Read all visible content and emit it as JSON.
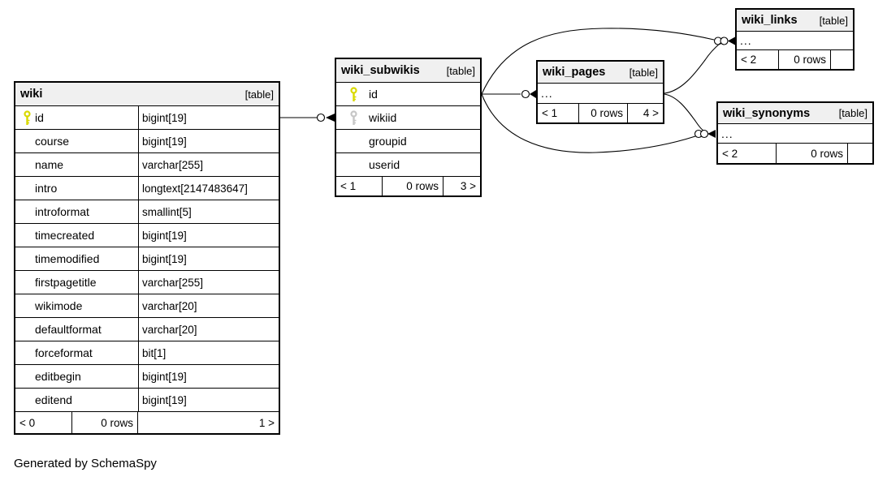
{
  "footer_note": "Generated by SchemaSpy",
  "colors": {
    "header_bg": "#f0f0f0",
    "border": "#000000",
    "primary_key": "#d9d900",
    "foreign_key": "#c6c6c6"
  },
  "tables": {
    "wiki": {
      "name": "wiki",
      "tag": "[table]",
      "columns": [
        {
          "name": "id",
          "type": "bigint[19]",
          "key": "primary"
        },
        {
          "name": "course",
          "type": "bigint[19]",
          "key": ""
        },
        {
          "name": "name",
          "type": "varchar[255]",
          "key": ""
        },
        {
          "name": "intro",
          "type": "longtext[2147483647]",
          "key": ""
        },
        {
          "name": "introformat",
          "type": "smallint[5]",
          "key": ""
        },
        {
          "name": "timecreated",
          "type": "bigint[19]",
          "key": ""
        },
        {
          "name": "timemodified",
          "type": "bigint[19]",
          "key": ""
        },
        {
          "name": "firstpagetitle",
          "type": "varchar[255]",
          "key": ""
        },
        {
          "name": "wikimode",
          "type": "varchar[20]",
          "key": ""
        },
        {
          "name": "defaultformat",
          "type": "varchar[20]",
          "key": ""
        },
        {
          "name": "forceformat",
          "type": "bit[1]",
          "key": ""
        },
        {
          "name": "editbegin",
          "type": "bigint[19]",
          "key": ""
        },
        {
          "name": "editend",
          "type": "bigint[19]",
          "key": ""
        }
      ],
      "stats": {
        "prev": "< 0",
        "rows": "0 rows",
        "next": "1 >"
      }
    },
    "wiki_subwikis": {
      "name": "wiki_subwikis",
      "tag": "[table]",
      "columns": [
        {
          "name": "id",
          "key": "primary"
        },
        {
          "name": "wikiid",
          "key": "foreign"
        },
        {
          "name": "groupid",
          "key": ""
        },
        {
          "name": "userid",
          "key": ""
        }
      ],
      "stats": {
        "prev": "< 1",
        "rows": "0 rows",
        "next": "3 >"
      }
    },
    "wiki_pages": {
      "name": "wiki_pages",
      "tag": "[table]",
      "ellipsis": "...",
      "stats": {
        "prev": "< 1",
        "rows": "0 rows",
        "next": "4 >"
      }
    },
    "wiki_links": {
      "name": "wiki_links",
      "tag": "[table]",
      "ellipsis": "...",
      "stats": {
        "prev": "< 2",
        "rows": "0 rows",
        "next": ""
      }
    },
    "wiki_synonyms": {
      "name": "wiki_synonyms",
      "tag": "[table]",
      "ellipsis": "...",
      "stats": {
        "prev": "< 2",
        "rows": "0 rows",
        "next": ""
      }
    }
  }
}
